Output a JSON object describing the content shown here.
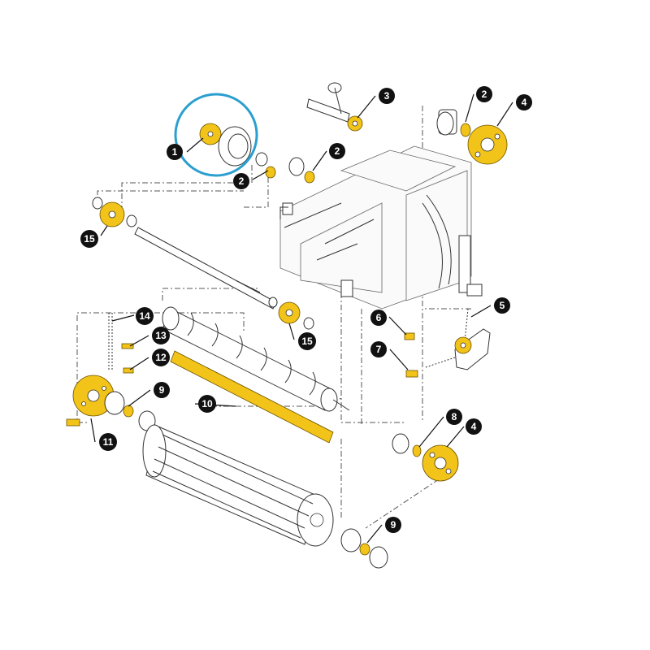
{
  "diagram": {
    "highlight_color": "#2a9fd0",
    "part_color": "#f2c318",
    "callouts": [
      {
        "id": "c2a",
        "label": "2"
      },
      {
        "id": "c4a",
        "label": "4"
      },
      {
        "id": "c3",
        "label": "3"
      },
      {
        "id": "c2b",
        "label": "2"
      },
      {
        "id": "c2c",
        "label": "2"
      },
      {
        "id": "c1",
        "label": "1"
      },
      {
        "id": "c15a",
        "label": "15"
      },
      {
        "id": "c15b",
        "label": "15"
      },
      {
        "id": "c14",
        "label": "14"
      },
      {
        "id": "c13",
        "label": "13"
      },
      {
        "id": "c12",
        "label": "12"
      },
      {
        "id": "c9a",
        "label": "9"
      },
      {
        "id": "c11",
        "label": "11"
      },
      {
        "id": "c10",
        "label": "10"
      },
      {
        "id": "c6",
        "label": "6"
      },
      {
        "id": "c7",
        "label": "7"
      },
      {
        "id": "c5",
        "label": "5"
      },
      {
        "id": "c8",
        "label": "8"
      },
      {
        "id": "c4b",
        "label": "4"
      },
      {
        "id": "c9b",
        "label": "9"
      }
    ]
  }
}
